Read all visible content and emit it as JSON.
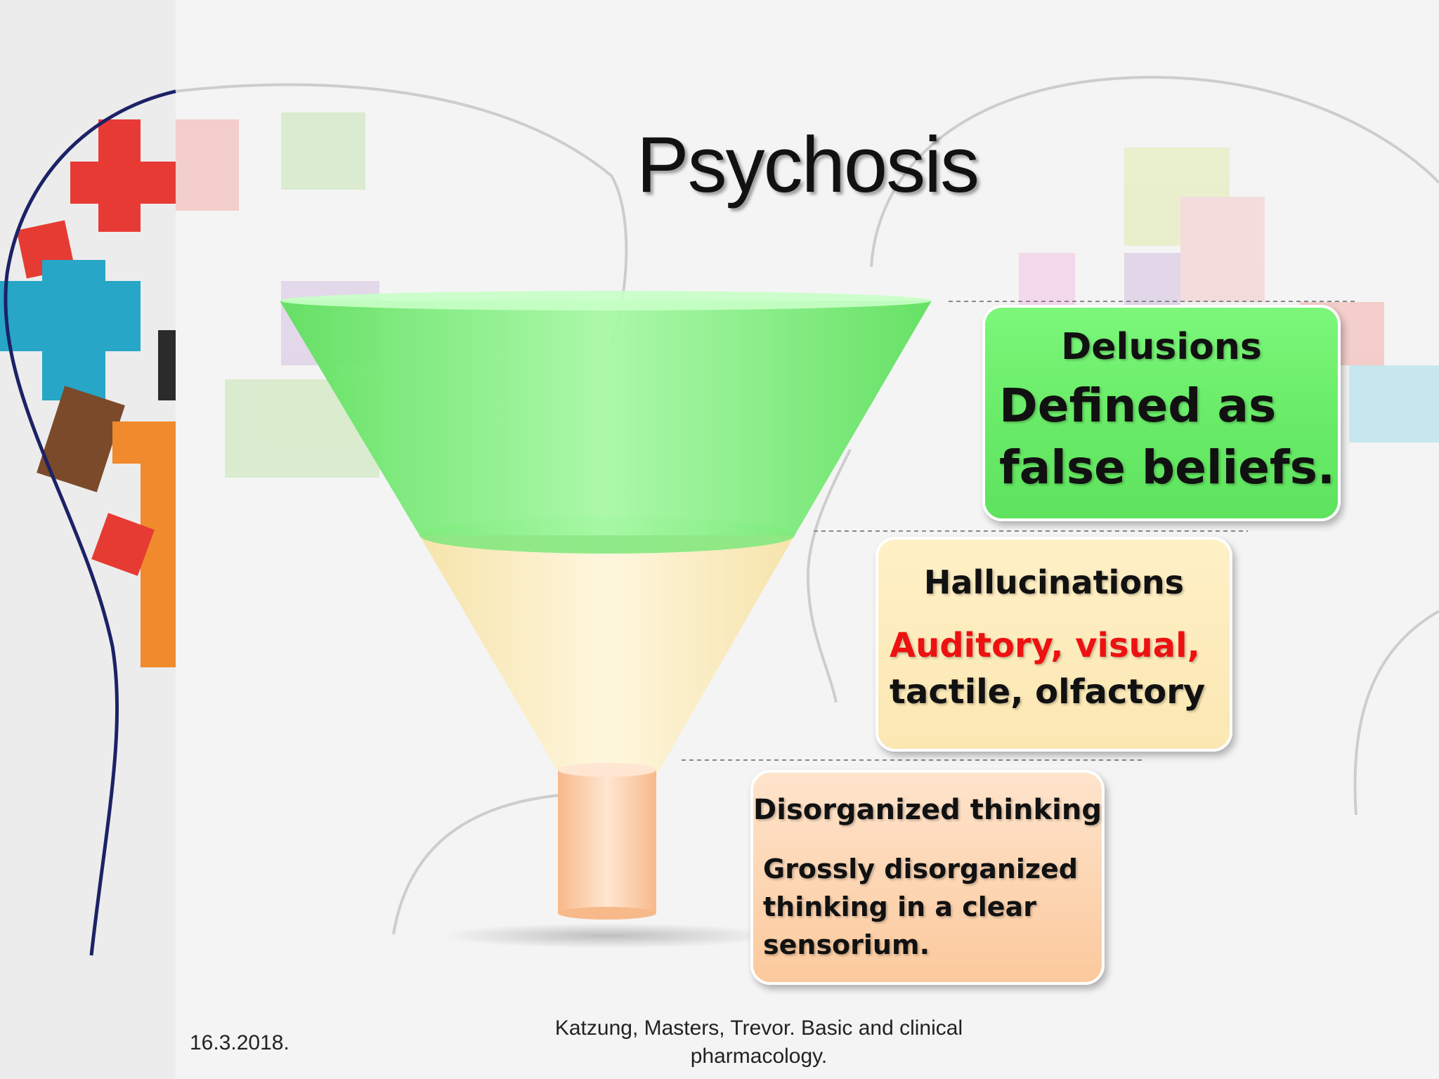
{
  "slide": {
    "title": "Psychosis",
    "cards": {
      "delusions": {
        "heading": "Delusions",
        "body_line1": "Defined as",
        "body_line2": "false beliefs."
      },
      "hallucinations": {
        "heading": "Hallucinations",
        "body_highlight": "Auditory, visual,",
        "body_rest": "tactile, olfactory"
      },
      "disorganized": {
        "heading": "Disorganized thinking",
        "body_line1": "Grossly disorganized",
        "body_line2": "thinking in a clear",
        "body_line3": "sensorium."
      }
    },
    "footer": {
      "date": "16.3.2018.",
      "reference_line1": "Katzung, Masters, Trevor. Basic and clinical",
      "reference_line2": "pharmacology."
    }
  },
  "colors": {
    "funnel_top": "#8ff08d",
    "funnel_middle": "#fbeec2",
    "funnel_stem": "#fdd3ae",
    "highlight_red": "#ee1111"
  }
}
